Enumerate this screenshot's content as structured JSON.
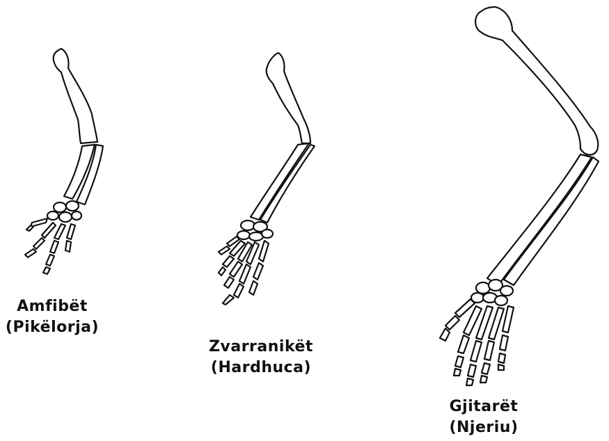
{
  "figure": {
    "specimens": [
      {
        "id": "amphibian",
        "group": "Amfibët",
        "example": "(Pikëlorja)"
      },
      {
        "id": "reptile",
        "group": "Zvarranikët",
        "example": "(Hardhuca)"
      },
      {
        "id": "mammal",
        "group": "Gjitarët",
        "example": "(Njeriu)"
      }
    ]
  }
}
